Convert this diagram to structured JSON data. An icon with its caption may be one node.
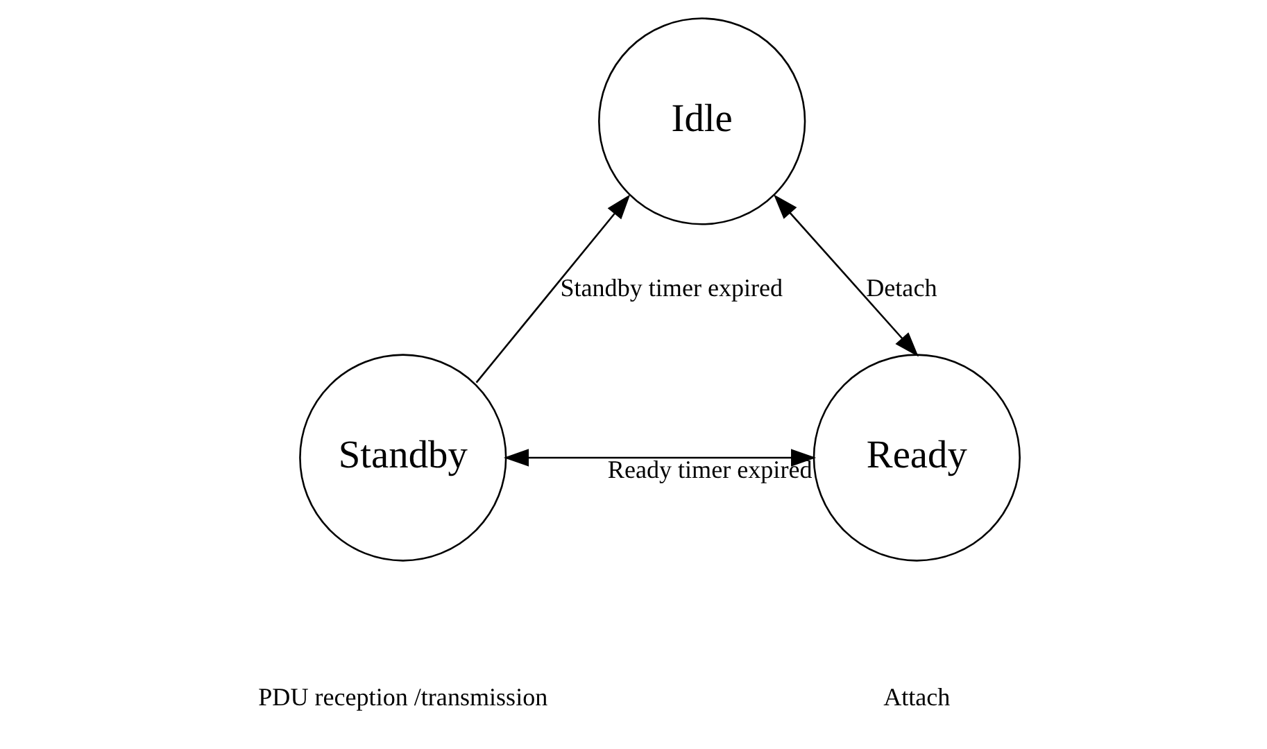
{
  "diagram": {
    "nodes": [
      {
        "text": [
          "Idle"
        ]
      },
      {
        "text": [
          "Standby"
        ]
      },
      {
        "text": [
          "Ready"
        ]
      }
    ],
    "edges": [
      {
        "from": 1,
        "to": 0,
        "arrow": "to",
        "label": "Standby timer expired"
      },
      {
        "from": 0,
        "to": 2,
        "arrow": "both",
        "label": "Detach"
      },
      {
        "from": 1,
        "to": 2,
        "arrow": "both",
        "label": "Ready timer expired"
      }
    ],
    "labels": [
      "Attach",
      "PDU reception /transmission"
    ]
  }
}
